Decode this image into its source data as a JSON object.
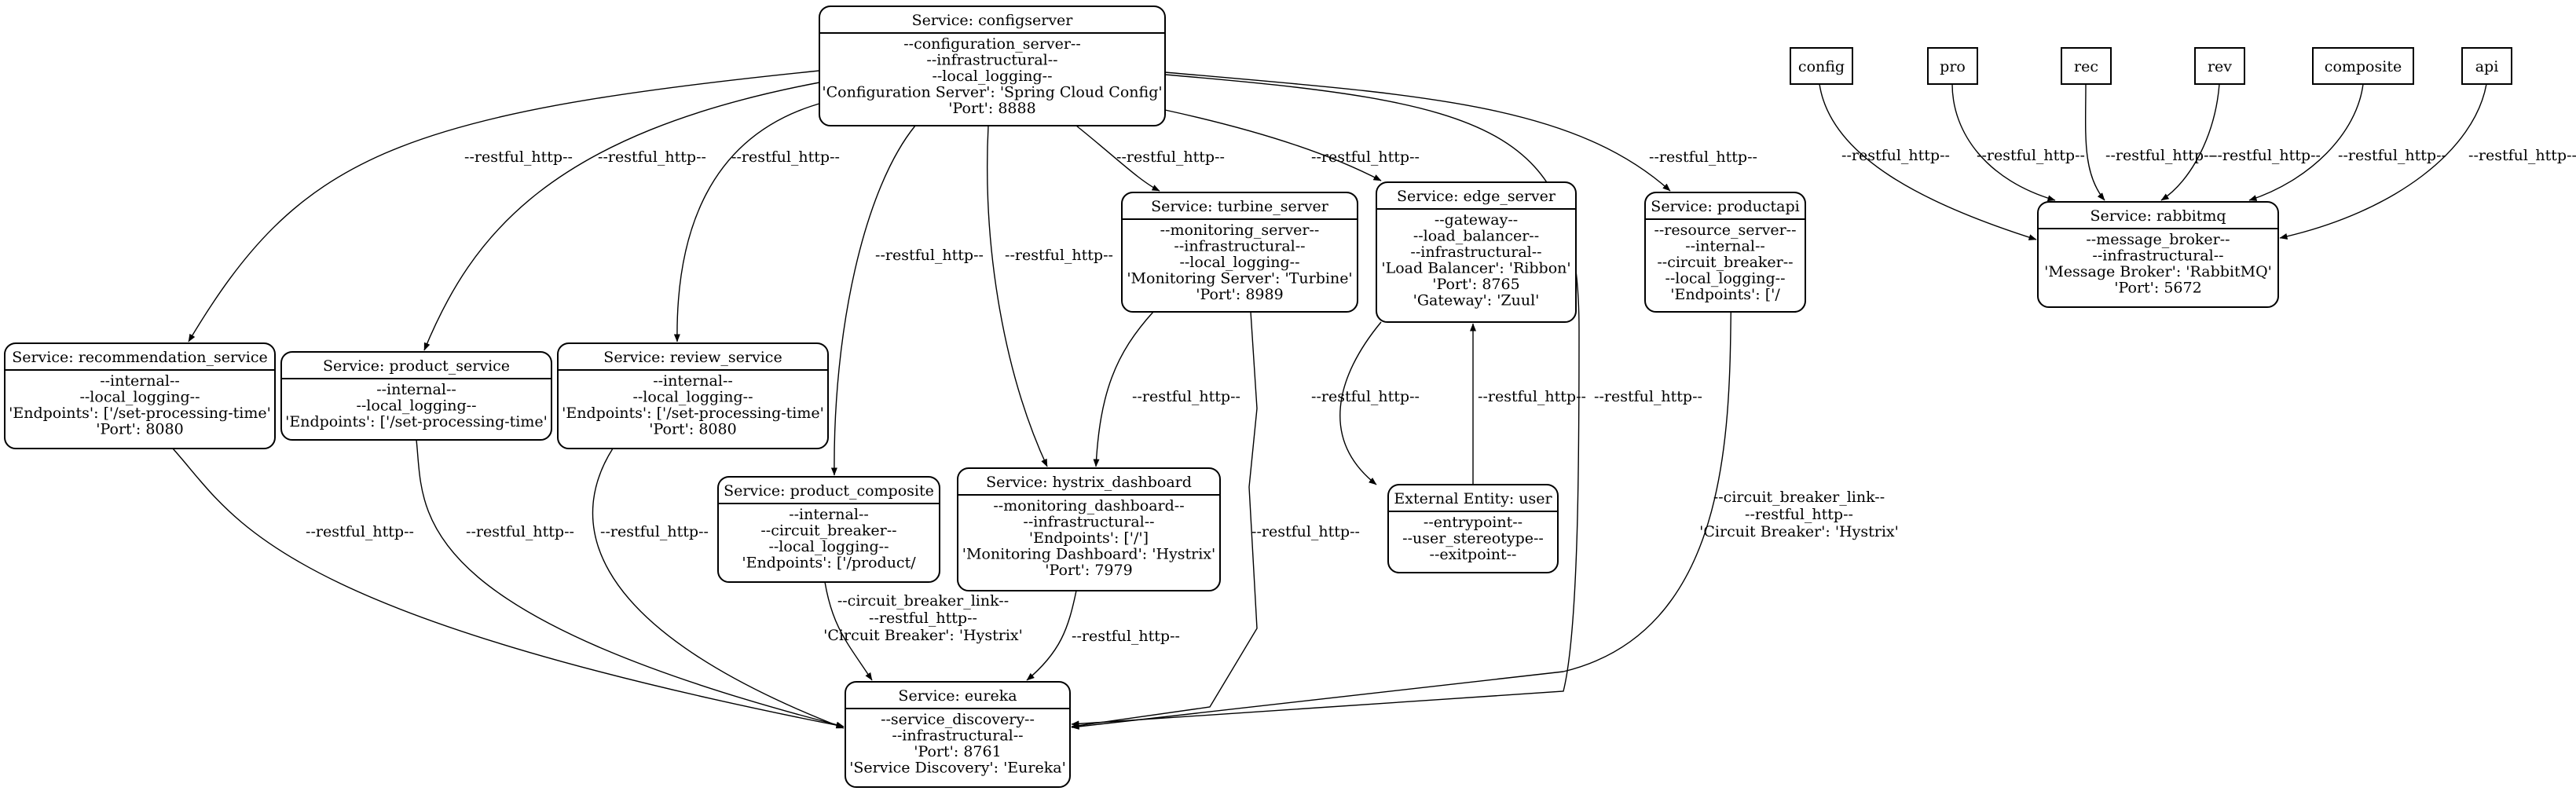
{
  "nodes": {
    "configserver": {
      "title": "Service: configserver",
      "lines": [
        "--configuration_server--",
        "--infrastructural--",
        "--local_logging--",
        "'Configuration Server': 'Spring Cloud Config'",
        "'Port': 8888"
      ]
    },
    "recommendation_service": {
      "title": "Service: recommendation_service",
      "lines": [
        "--internal--",
        "--local_logging--",
        "'Endpoints': ['/set-processing-time'",
        "'Port': 8080"
      ]
    },
    "product_service": {
      "title": "Service: product_service",
      "lines": [
        "--internal--",
        "--local_logging--",
        "'Endpoints': ['/set-processing-time'"
      ]
    },
    "review_service": {
      "title": "Service: review_service",
      "lines": [
        "--internal--",
        "--local_logging--",
        "'Endpoints': ['/set-processing-time'",
        "'Port': 8080"
      ]
    },
    "product_composite": {
      "title": "Service: product_composite",
      "lines": [
        "--internal--",
        "--circuit_breaker--",
        "--local_logging--",
        "'Endpoints': ['/product/"
      ]
    },
    "hystrix_dashboard": {
      "title": "Service: hystrix_dashboard",
      "lines": [
        "--monitoring_dashboard--",
        "--infrastructural--",
        "'Endpoints': ['/']",
        "'Monitoring Dashboard': 'Hystrix'",
        "'Port': 7979"
      ]
    },
    "turbine_server": {
      "title": "Service: turbine_server",
      "lines": [
        "--monitoring_server--",
        "--infrastructural--",
        "--local_logging--",
        "'Monitoring Server': 'Turbine'",
        "'Port': 8989"
      ]
    },
    "edge_server": {
      "title": "Service: edge_server",
      "lines": [
        "--gateway--",
        "--load_balancer--",
        "--infrastructural--",
        "'Load Balancer': 'Ribbon'",
        "'Port': 8765",
        "'Gateway': 'Zuul'"
      ]
    },
    "user": {
      "title": "External Entity: user",
      "lines": [
        "--entrypoint--",
        "--user_stereotype--",
        "--exitpoint--"
      ]
    },
    "productapi": {
      "title": "Service: productapi",
      "lines": [
        "--resource_server--",
        "--internal--",
        "--circuit_breaker--",
        "--local_logging--",
        "'Endpoints': ['/"
      ]
    },
    "eureka": {
      "title": "Service: eureka",
      "lines": [
        "--service_discovery--",
        "--infrastructural--",
        "'Port': 8761",
        "'Service Discovery': 'Eureka'"
      ]
    },
    "rabbitmq": {
      "title": "Service: rabbitmq",
      "lines": [
        "--message_broker--",
        "--infrastructural--",
        "'Message Broker': 'RabbitMQ'",
        "'Port': 5672"
      ]
    },
    "config": {
      "title": "config"
    },
    "pro": {
      "title": "pro"
    },
    "rec": {
      "title": "rec"
    },
    "rev": {
      "title": "rev"
    },
    "composite": {
      "title": "composite"
    },
    "api": {
      "title": "api"
    }
  },
  "edges": [
    {
      "from": "configserver",
      "to": "recommendation_service",
      "label": [
        "--restful_http--"
      ]
    },
    {
      "from": "configserver",
      "to": "product_service",
      "label": [
        "--restful_http--"
      ]
    },
    {
      "from": "configserver",
      "to": "review_service",
      "label": [
        "--restful_http--"
      ]
    },
    {
      "from": "configserver",
      "to": "product_composite",
      "label": [
        "--restful_http--"
      ]
    },
    {
      "from": "configserver",
      "to": "hystrix_dashboard",
      "label": [
        "--restful_http--"
      ]
    },
    {
      "from": "configserver",
      "to": "turbine_server",
      "label": [
        "--restful_http--"
      ]
    },
    {
      "from": "configserver",
      "to": "edge_server",
      "label": [
        "--restful_http--"
      ]
    },
    {
      "from": "configserver",
      "to": "eureka",
      "label": [
        "--restful_http--"
      ]
    },
    {
      "from": "configserver",
      "to": "productapi",
      "label": [
        "--restful_http--"
      ]
    },
    {
      "from": "turbine_server",
      "to": "hystrix_dashboard",
      "label": [
        "--restful_http--"
      ]
    },
    {
      "from": "turbine_server",
      "to": "eureka",
      "label": [
        "--restful_http--"
      ]
    },
    {
      "from": "edge_server",
      "to": "user",
      "label": [
        "--restful_http--"
      ]
    },
    {
      "from": "user",
      "to": "edge_server",
      "label": [
        "--restful_http--"
      ]
    },
    {
      "from": "recommendation_service",
      "to": "eureka",
      "label": [
        "--restful_http--"
      ]
    },
    {
      "from": "product_service",
      "to": "eureka",
      "label": [
        "--restful_http--"
      ]
    },
    {
      "from": "review_service",
      "to": "eureka",
      "label": [
        "--restful_http--"
      ]
    },
    {
      "from": "product_composite",
      "to": "eureka",
      "label": [
        "--circuit_breaker_link--",
        "--restful_http--",
        "'Circuit Breaker': 'Hystrix'"
      ]
    },
    {
      "from": "hystrix_dashboard",
      "to": "eureka",
      "label": [
        "--restful_http--"
      ]
    },
    {
      "from": "productapi",
      "to": "eureka",
      "label": [
        "--circuit_breaker_link--",
        "--restful_http--",
        "'Circuit Breaker': 'Hystrix'"
      ]
    },
    {
      "from": "config",
      "to": "rabbitmq",
      "label": [
        "--restful_http--"
      ]
    },
    {
      "from": "pro",
      "to": "rabbitmq",
      "label": [
        "--restful_http--"
      ]
    },
    {
      "from": "rec",
      "to": "rabbitmq",
      "label": [
        "--restful_http--"
      ]
    },
    {
      "from": "rev",
      "to": "rabbitmq",
      "label": [
        "--restful_http--"
      ]
    },
    {
      "from": "composite",
      "to": "rabbitmq",
      "label": [
        "--restful_http--"
      ]
    },
    {
      "from": "api",
      "to": "rabbitmq",
      "label": [
        "--restful_http--"
      ]
    }
  ]
}
